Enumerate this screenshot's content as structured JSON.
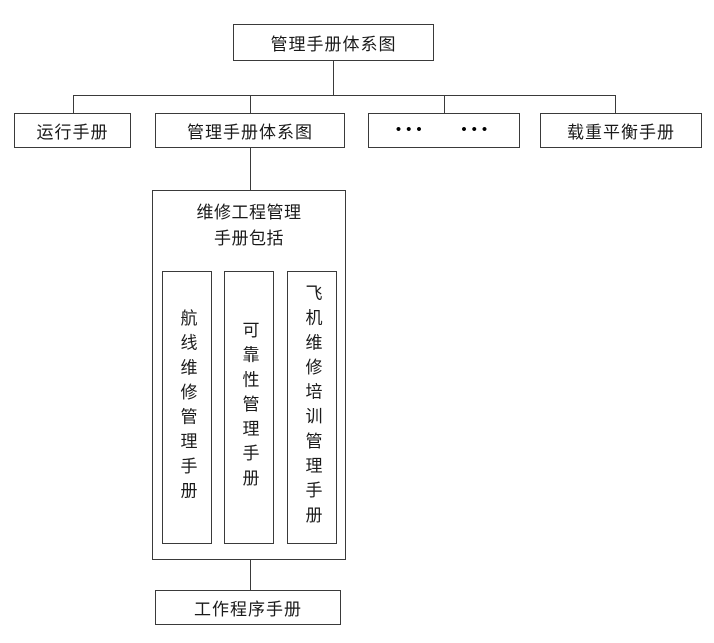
{
  "diagram": {
    "root": {
      "label": "管理手册体系图"
    },
    "row2": [
      {
        "label": "运行手册"
      },
      {
        "label": "管理手册体系图"
      },
      {
        "label": "••• •••"
      },
      {
        "label": "载重平衡手册"
      }
    ],
    "container": {
      "title": "维修工程管理手册包括",
      "columns": [
        "航线维修管理手册",
        "可靠性管理手册",
        "飞机维修培训管理手册"
      ]
    },
    "bottom": {
      "label": "工作程序手册"
    },
    "line_color": "#3a3a3a",
    "background": "#ffffff"
  }
}
